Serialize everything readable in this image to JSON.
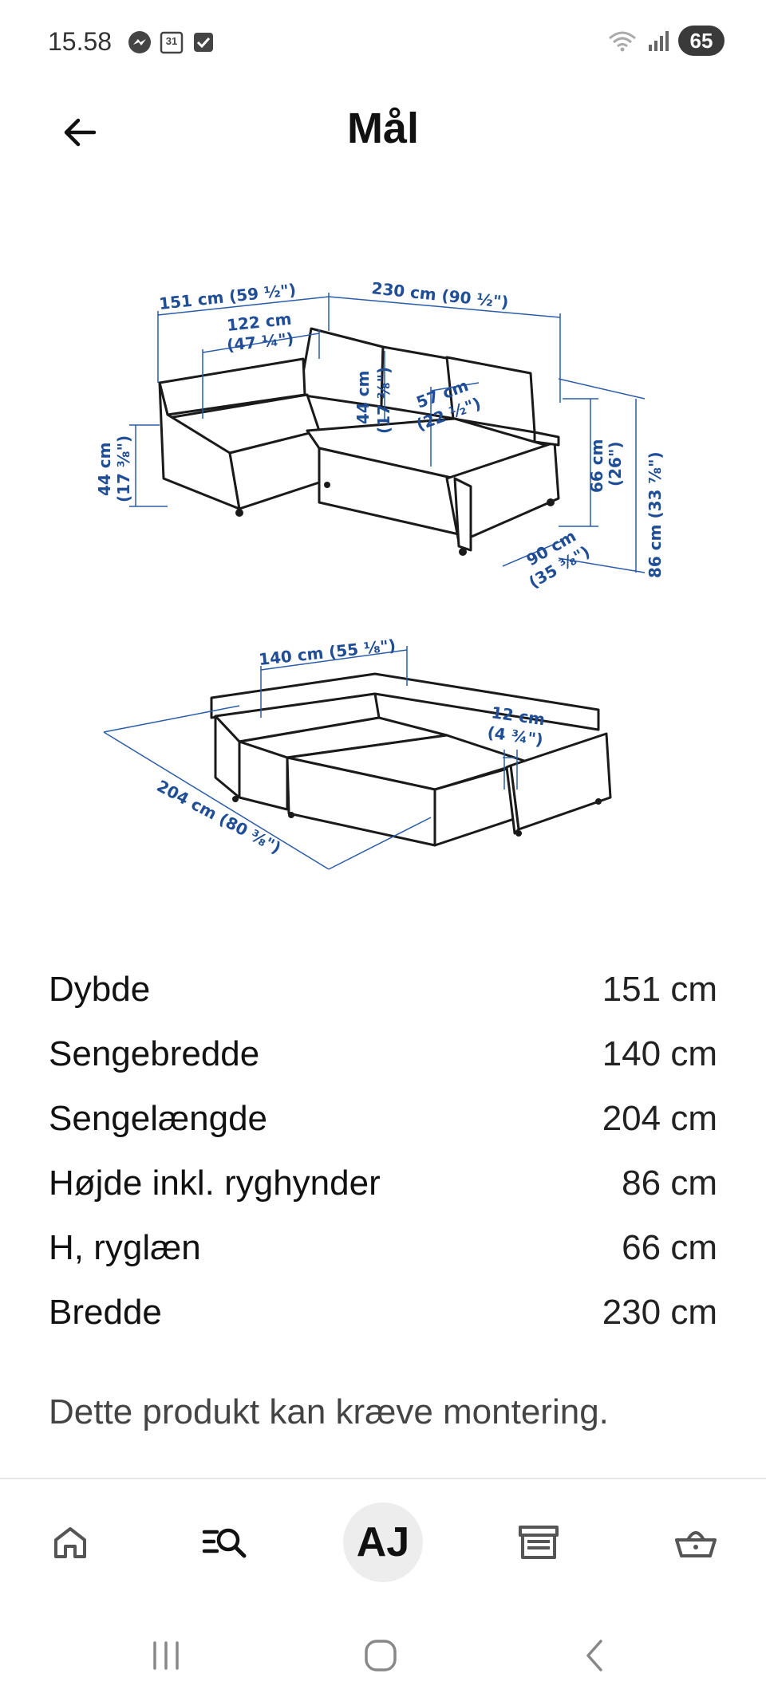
{
  "status_bar": {
    "time": "15.58",
    "icons_left": [
      "messenger-icon",
      "calendar-icon",
      "check-icon"
    ],
    "calendar_day": "31",
    "icons_right": [
      "wifi-icon",
      "signal-icon"
    ],
    "battery": "65"
  },
  "header": {
    "back_icon": "arrow-left-icon",
    "title": "Mål"
  },
  "illustration": {
    "labels": {
      "top_depth": "151 cm (59 ½\")",
      "top_width": "230 cm (90 ½\")",
      "chaise_inner": "122 cm",
      "chaise_inner_in": "(47 ¼\")",
      "seat_height_left": "44 cm",
      "seat_height_left_in": "(17 ⅜\")",
      "back_height_mid": "44 cm",
      "back_height_mid_in": "(17 ⅜\")",
      "seat_depth": "57 cm",
      "seat_depth_in": "(22 ½\")",
      "backrest_height": "66 cm",
      "backrest_height_in": "(26\")",
      "total_height": "86 cm (33 ⅞\")",
      "depth": "90 cm",
      "depth_in": "(35 ⅜\")",
      "bed_width": "140 cm (55 ⅛\")",
      "arm_width": "12 cm",
      "arm_width_in": "(4 ¾\")",
      "bed_length": "204 cm (80 ⅜\")"
    }
  },
  "specs": [
    {
      "label": "Dybde",
      "value": "151 cm"
    },
    {
      "label": "Sengebredde",
      "value": "140 cm"
    },
    {
      "label": "Sengelængde",
      "value": "204 cm"
    },
    {
      "label": "Højde inkl. ryghynder",
      "value": "86 cm"
    },
    {
      "label": "H, ryglæn",
      "value": "66 cm"
    },
    {
      "label": "Bredde",
      "value": "230 cm"
    }
  ],
  "note": "Dette produkt kan kræve montering.",
  "bottom_nav": {
    "items": [
      "home-icon",
      "search-list-icon",
      "profile-avatar",
      "store-icon",
      "basket-icon"
    ],
    "avatar_initials": "AJ"
  },
  "system_nav": [
    "recents-icon",
    "home-circle-icon",
    "back-chevron-icon"
  ]
}
